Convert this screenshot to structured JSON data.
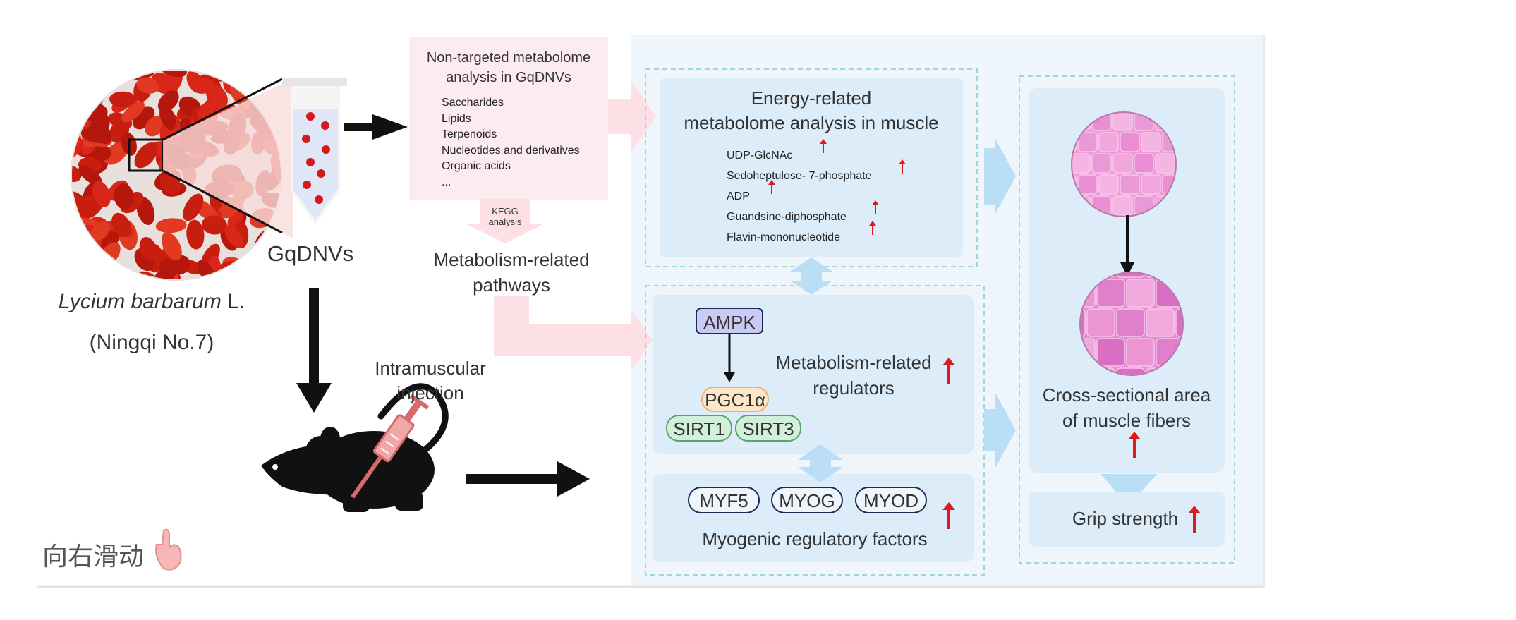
{
  "left": {
    "species_italic": "Lycium barbarum",
    "species_suffix": " L.",
    "cultivar": "(Ningqi No.7)",
    "vesicle_label": "GqDNVs",
    "injection_label_1": "Intramuscular",
    "injection_label_2": "injection"
  },
  "metabolome": {
    "title_1": "Non-targeted metabolome",
    "title_2": "analysis in GqDNVs",
    "items": [
      "Saccharides",
      "Lipids",
      "Terpenoids",
      "Nucleotides and derivatives",
      "Organic acids",
      "..."
    ],
    "kegg_1": "KEGG",
    "kegg_2": "analysis",
    "pathways_1": "Metabolism-related",
    "pathways_2": "pathways"
  },
  "energy": {
    "title_1": "Energy-related",
    "title_2": "metabolome analysis in muscle",
    "items": [
      "UDP-GlcNAc",
      "Sedoheptulose- 7-phosphate",
      "ADP",
      "Guandsine-diphosphate",
      "Flavin-mononucleotide"
    ]
  },
  "regulators": {
    "ampk": "AMPK",
    "pgc": "PGC1α",
    "sirt1": "SIRT1",
    "sirt3": "SIRT3",
    "label_1": "Metabolism-related",
    "label_2": "regulators"
  },
  "myogenic": {
    "myf5": "MYF5",
    "myog": "MYOG",
    "myod": "MYOD",
    "label": "Myogenic regulatory factors"
  },
  "fibers": {
    "label_1": "Cross-sectional area",
    "label_2": "of muscle fibers",
    "grip": "Grip strength"
  },
  "swipe_hint": "向右滑动",
  "colors": {
    "panel_bg": "#eef6fc",
    "box_blue": "#dcecf8",
    "dashed": "#9fd6d6",
    "pink_box": "#fdecef",
    "arrow_pink": "#fde0e6",
    "arrow_blue": "#b9def5",
    "up_arrow": "#e0191e",
    "fiber_pink": "#e48ccf"
  }
}
